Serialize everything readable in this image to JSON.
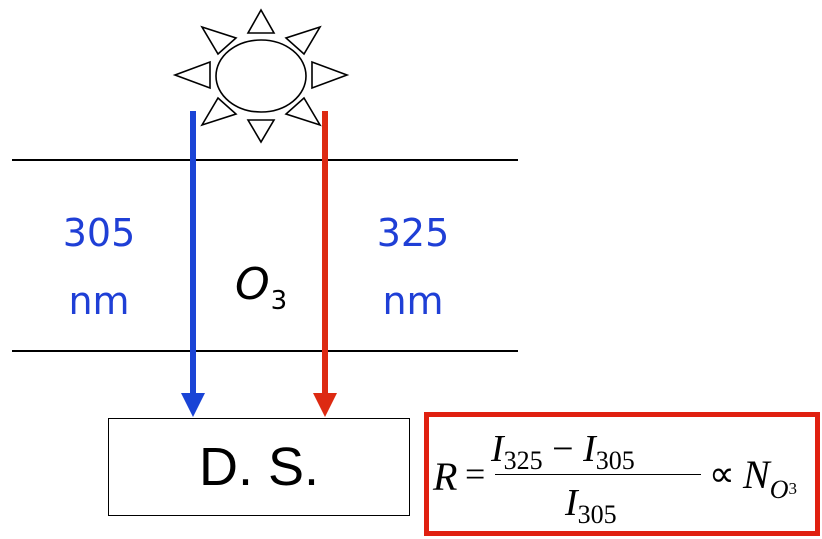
{
  "colors": {
    "blue_beam": "#1a44d6",
    "red_beam": "#dd2a12",
    "formula_border": "#e02010",
    "text_blue": "#1f3fd6"
  },
  "sun": {
    "icon": "sun-icon"
  },
  "beams": [
    {
      "wavelength": "305",
      "unit": "nm",
      "color": "blue"
    },
    {
      "wavelength": "325",
      "unit": "nm",
      "color": "red"
    }
  ],
  "layer": {
    "species": "O",
    "subscript": "3"
  },
  "detector": {
    "label": "D. S."
  },
  "formula": {
    "lhs": "R",
    "equals": "=",
    "num_a": "I",
    "num_a_sub": "325",
    "minus": "−",
    "num_b": "I",
    "num_b_sub": "305",
    "den": "I",
    "den_sub": "305",
    "proportional": "∝",
    "rhs": "N",
    "rhs_sub": "O",
    "rhs_subsub": "3"
  }
}
